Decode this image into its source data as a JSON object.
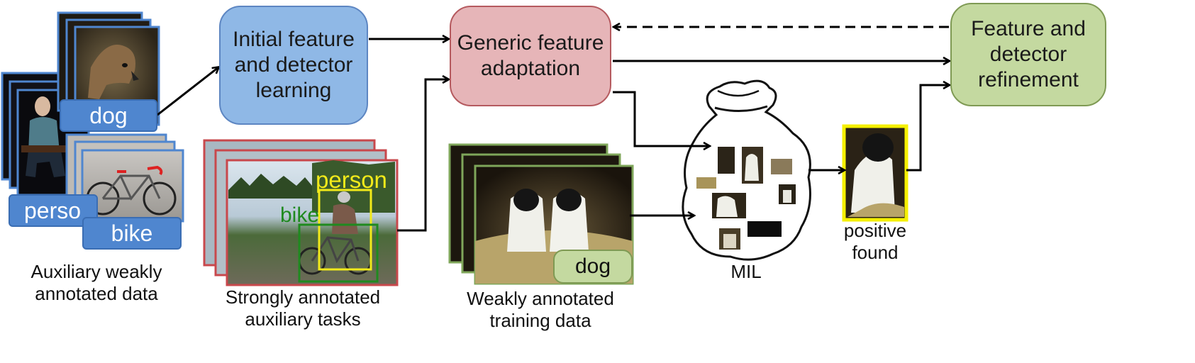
{
  "boxes": {
    "initial": "Initial feature\nand detector\nlearning",
    "generic": "Generic feature\nadaptation",
    "refine": "Feature and\ndetector\nrefinement"
  },
  "tags": {
    "dog": "dog",
    "person": "perso",
    "bike": "bike",
    "weak_dog": "dog"
  },
  "bbox_labels": {
    "person": "person",
    "bike": "bike"
  },
  "captions": {
    "aux_weak": "Auxiliary weakly\nannotated data",
    "strong": "Strongly annotated\nauxiliary tasks",
    "weak_train": "Weakly annotated\ntraining data",
    "mil": "MIL",
    "positive": "positive\nfound"
  },
  "colors": {
    "blue_box": "#8fb8e6",
    "red_box": "#e6b5b8",
    "green_box": "#c4d9a0",
    "bbox_person": "#f2ea1a",
    "bbox_bike": "#1f8a1f",
    "positive_frame": "#f5f000"
  }
}
